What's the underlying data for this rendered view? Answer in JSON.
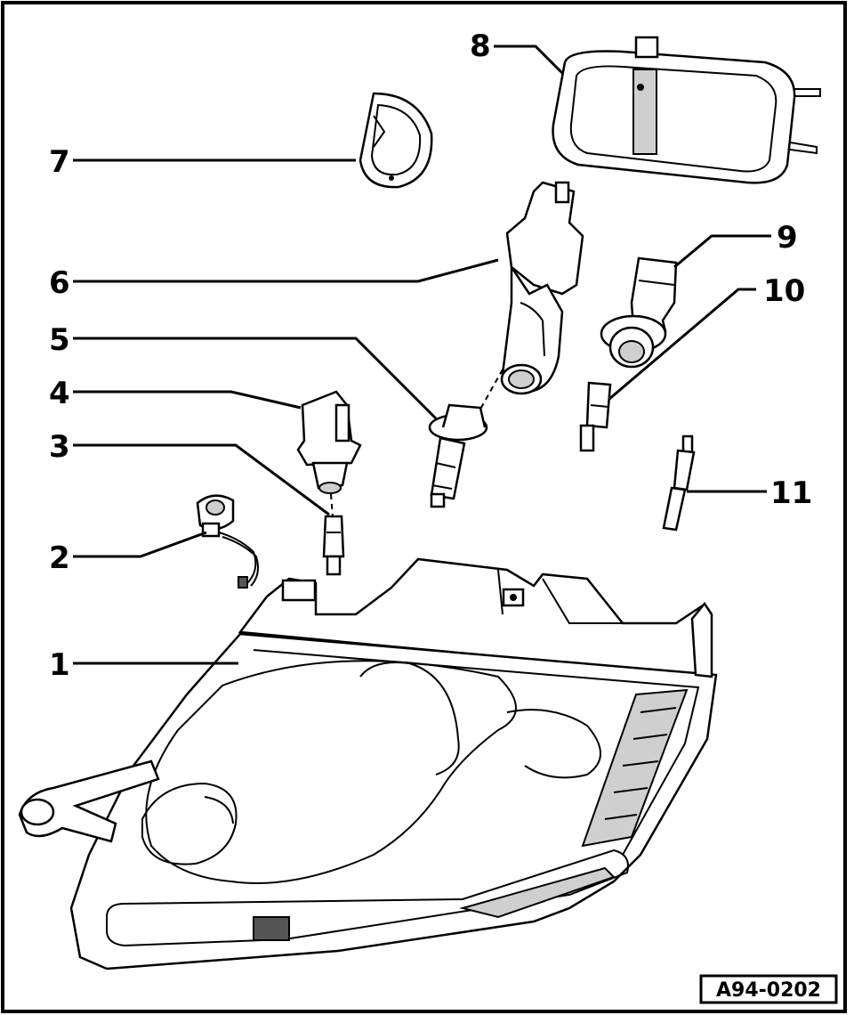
{
  "callouts": [
    "1",
    "2",
    "3",
    "4",
    "5",
    "6",
    "7",
    "8",
    "9",
    "10",
    "11"
  ],
  "reference_code": "A94-0202"
}
